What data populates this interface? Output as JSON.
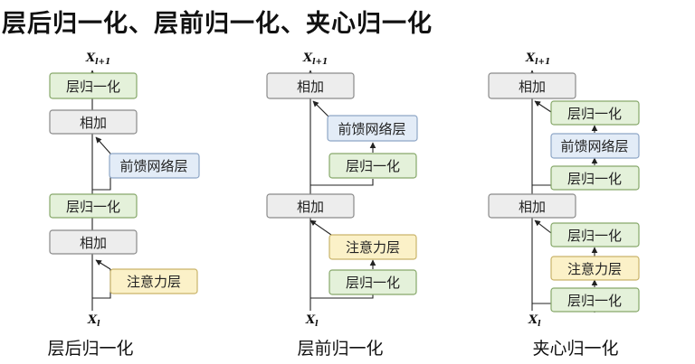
{
  "title": "层后归一化、层前归一化、夹心归一化",
  "input_label": "X",
  "input_sub": "l",
  "output_label": "X",
  "output_sub": "l+1",
  "blocks": {
    "norm": "层归一化",
    "add": "相加",
    "ffn": "前馈网络层",
    "attn": "注意力层"
  },
  "captions": {
    "post_ln": "层后归一化",
    "pre_ln": "层前归一化",
    "sandwich_ln": "夹心归一化"
  },
  "colors": {
    "gray_block": "#ededed",
    "norm_block": "#e4f1da",
    "ffn_block": "#e3ecf7",
    "attn_block": "#fbf1c8"
  }
}
